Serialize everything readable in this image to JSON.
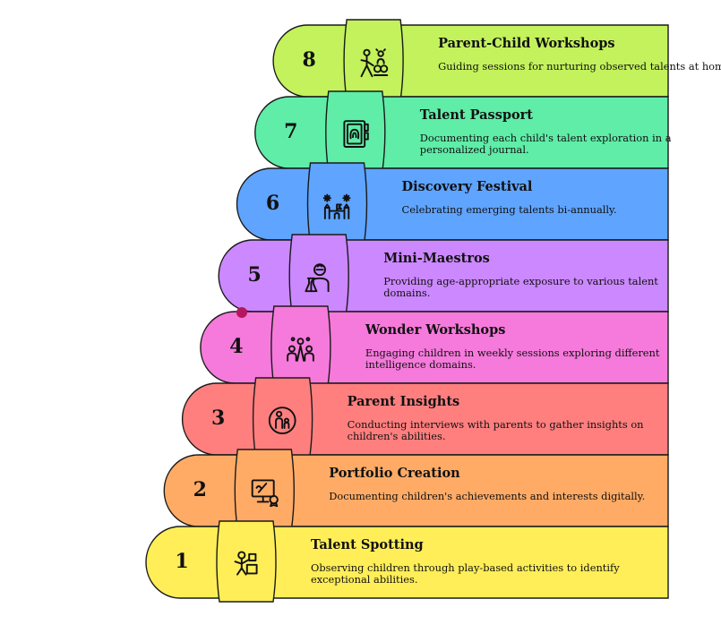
{
  "steps": [
    {
      "number": "1",
      "title": "Talent Spotting",
      "description": "Observing children through play-based activities to identify exceptional abilities.",
      "color": "#FFEE58",
      "icon": "child-play-icon"
    },
    {
      "number": "2",
      "title": "Portfolio Creation",
      "description": "Documenting children's achievements and interests digitally.",
      "color": "#FFAB66",
      "icon": "digital-portfolio-icon"
    },
    {
      "number": "3",
      "title": "Parent Insights",
      "description": "Conducting interviews with parents to gather insights on children's abilities.",
      "color": "#FF7F7F",
      "icon": "parent-child-icon"
    },
    {
      "number": "4",
      "title": "Wonder Workshops",
      "description": "Engaging children in weekly sessions exploring different intelligence domains.",
      "color": "#F57ADB",
      "icon": "children-group-icon"
    },
    {
      "number": "5",
      "title": "Mini-Maestros",
      "description": "Providing age-appropriate exposure to various talent domains.",
      "color": "#CC88FF",
      "icon": "scientist-child-icon"
    },
    {
      "number": "6",
      "title": "Discovery Festival",
      "description": "Celebrating emerging talents bi-annually.",
      "color": "#5FA4FF",
      "icon": "festival-castle-icon"
    },
    {
      "number": "7",
      "title": "Talent Passport",
      "description": "Documenting each child's talent exploration in a personalized journal.",
      "color": "#5FEDA8",
      "icon": "passport-journal-icon"
    },
    {
      "number": "8",
      "title": "Parent-Child Workshops",
      "description": "Guiding sessions for nurturing observed talents at home.",
      "color": "#C3F25C",
      "icon": "parent-child-workshop-icon"
    }
  ],
  "accent_dot_color": "#B5175F"
}
